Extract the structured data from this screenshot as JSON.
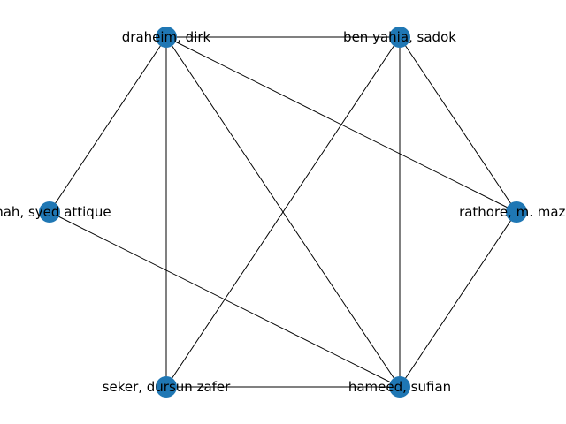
{
  "graph": {
    "node_color": "#1f77b4",
    "edge_color": "#000000",
    "nodes": [
      {
        "id": "draheim",
        "label": "draheim, dirk"
      },
      {
        "id": "benyahia",
        "label": "ben yahia, sadok"
      },
      {
        "id": "rathore",
        "label": "rathore, m. mazh"
      },
      {
        "id": "hameed",
        "label": "hameed, sufian"
      },
      {
        "id": "seker",
        "label": "seker, dursun zafer"
      },
      {
        "id": "shah",
        "label": "shah, syed attique"
      }
    ],
    "edges": [
      [
        "draheim",
        "benyahia"
      ],
      [
        "draheim",
        "shah"
      ],
      [
        "draheim",
        "seker"
      ],
      [
        "draheim",
        "hameed"
      ],
      [
        "draheim",
        "rathore"
      ],
      [
        "benyahia",
        "seker"
      ],
      [
        "benyahia",
        "hameed"
      ],
      [
        "benyahia",
        "rathore"
      ],
      [
        "rathore",
        "hameed"
      ],
      [
        "hameed",
        "seker"
      ],
      [
        "hameed",
        "shah"
      ]
    ]
  }
}
